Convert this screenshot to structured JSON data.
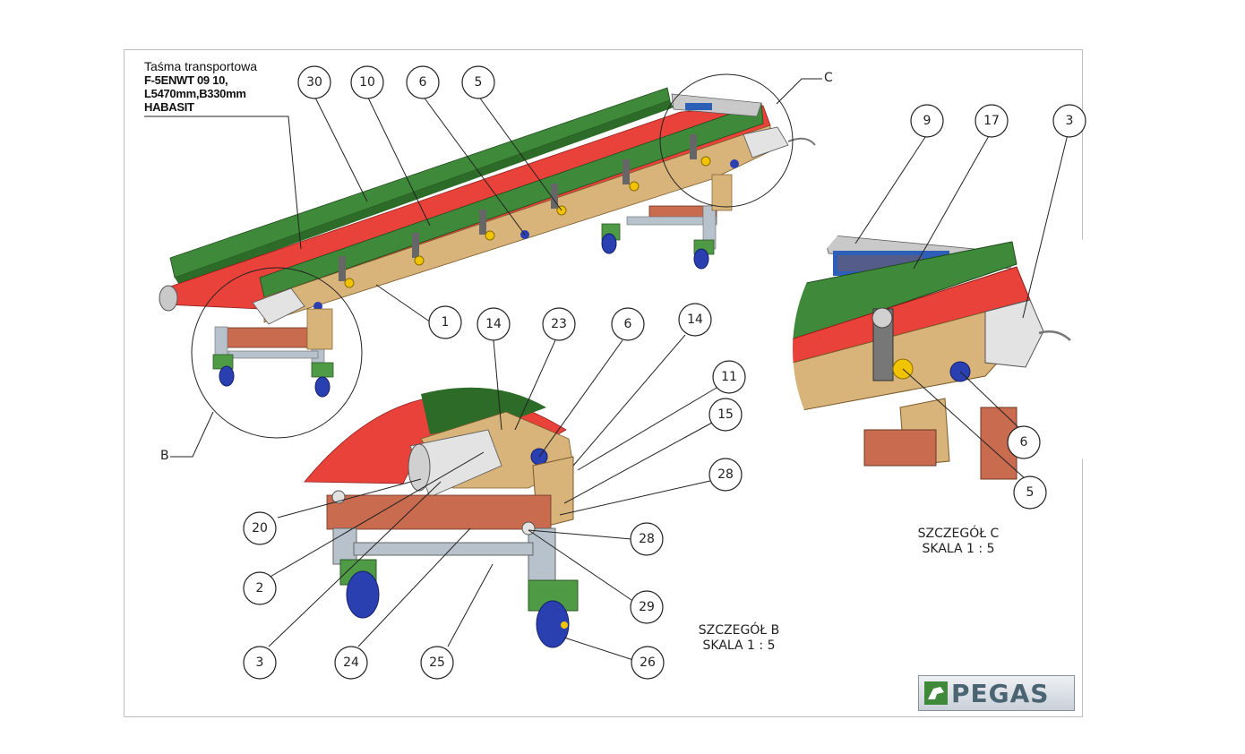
{
  "belt_note": {
    "line1": "Taśma transportowa",
    "line2": "F-5ENWT 09 10,",
    "line3": "L5470mm,B330mm",
    "line4": "HABASIT"
  },
  "detail_b": {
    "title": "SZCZEGÓŁ B",
    "scale": "SKALA 1 : 5",
    "tag": "B"
  },
  "detail_c": {
    "title": "SZCZEGÓŁ C",
    "scale": "SKALA 1 : 5",
    "tag": "C"
  },
  "balloons": {
    "main": [
      "30",
      "10",
      "6",
      "5",
      "1"
    ],
    "detail_b": [
      "14",
      "23",
      "6",
      "14",
      "11",
      "15",
      "28",
      "28",
      "29",
      "26",
      "25",
      "24",
      "3",
      "2",
      "20"
    ],
    "detail_c": [
      "9",
      "17",
      "3",
      "6",
      "5"
    ]
  },
  "logo": {
    "text": "PEGAS"
  },
  "colors": {
    "belt_red": "#e8423a",
    "side_green": "#3f8a3a",
    "frame_tan": "#d9b47a",
    "leg_rust": "#c86b4e",
    "wheel_blue": "#2a3fb0"
  }
}
